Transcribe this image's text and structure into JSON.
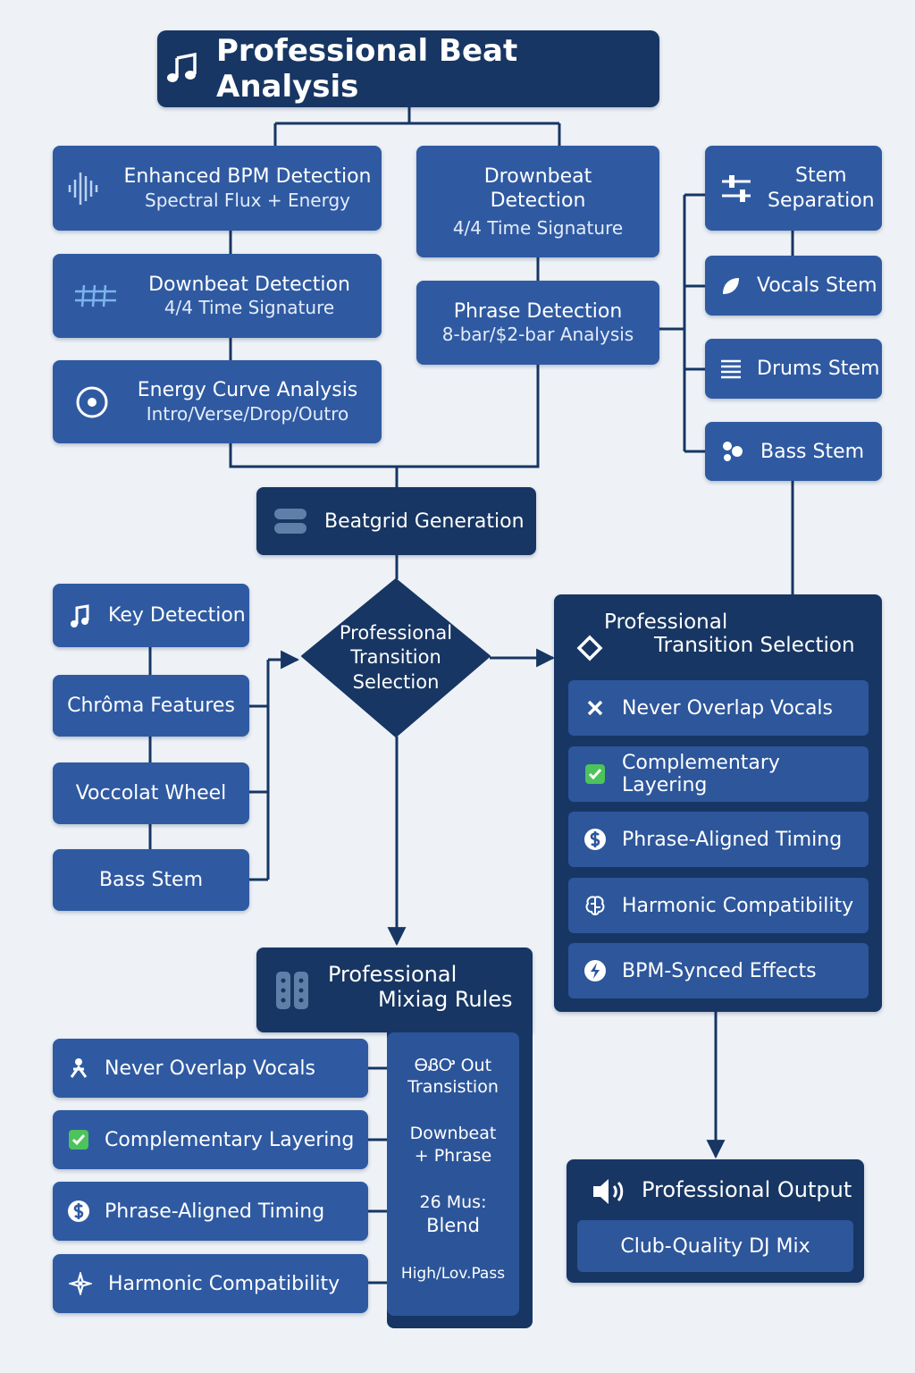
{
  "title": "Professional Beat Analysis",
  "bpm": {
    "title": "Enhanced BPM Detection",
    "subtitle": "Spectral Flux + Energy"
  },
  "downbeat_left": {
    "title": "Downbeat Detection",
    "subtitle": "4/4 Time Signature"
  },
  "energy": {
    "title": "Energy Curve Analysis",
    "subtitle": "Intro/Verse/Drop/Outro"
  },
  "drownbeat": {
    "title_line1": "Drownbeat",
    "title_line2": "Detection",
    "subtitle": "4/4 Time Signature"
  },
  "phrase": {
    "title": "Phrase Detection",
    "subtitle": "8-bar/$2-bar Analysis"
  },
  "stems": {
    "separation_line1": "Stem",
    "separation_line2": "Separation",
    "vocals": "Vocals Stem",
    "drums": "Drums Stem",
    "bass": "Bass Stem"
  },
  "beatgrid": "Beatgrid Generation",
  "harmonic": {
    "key": "Key Detection",
    "chroma": "Chrôma Features",
    "wheel": "Voccolat Wheel",
    "bass": "Bass Stem"
  },
  "decision": {
    "line1": "Professional",
    "line2": "Transition",
    "line3": "Selection"
  },
  "transition_panel": {
    "title_line1": "Professional",
    "title_line2": "Transition Selection",
    "items": [
      {
        "label": "Never Overlap Vocals",
        "icon": "x-icon"
      },
      {
        "label": "Complementary Layering",
        "icon": "check-icon"
      },
      {
        "label": "Phrase-Aligned Timing",
        "icon": "dollar-circle-icon"
      },
      {
        "label": "Harmonic Compatibility",
        "icon": "brain-icon"
      },
      {
        "label": "BPM-Synced Effects",
        "icon": "bolt-circle-icon"
      }
    ]
  },
  "mixing": {
    "title_line1": "Professional",
    "title_line2": "Mixiag Rules",
    "rules": [
      {
        "label": "Never Overlap Vocals",
        "icon": "person-icon"
      },
      {
        "label": "Complementary Layering",
        "icon": "check-icon"
      },
      {
        "label": "Phrase-Aligned Timing",
        "icon": "dollar-circle-icon"
      },
      {
        "label": "Harmonic Compatibility",
        "icon": "sparkle-icon"
      }
    ],
    "side": {
      "a1": "ᎾᏰᎤ Out",
      "a2": "Transistion",
      "b1": "Downbeat",
      "b2": "+ Phrase",
      "c1": "26 Mus:",
      "c2": "Blend",
      "d1": "High/Lov.Pass"
    }
  },
  "output": {
    "title": "Professional Output",
    "subtitle": "Club-Quality DJ Mix"
  },
  "colors": {
    "background": "#eef2f7",
    "box_mid": "#2f5aa2",
    "box_dark": "#173663",
    "connector": "#173663",
    "check_green": "#4cc35b"
  }
}
